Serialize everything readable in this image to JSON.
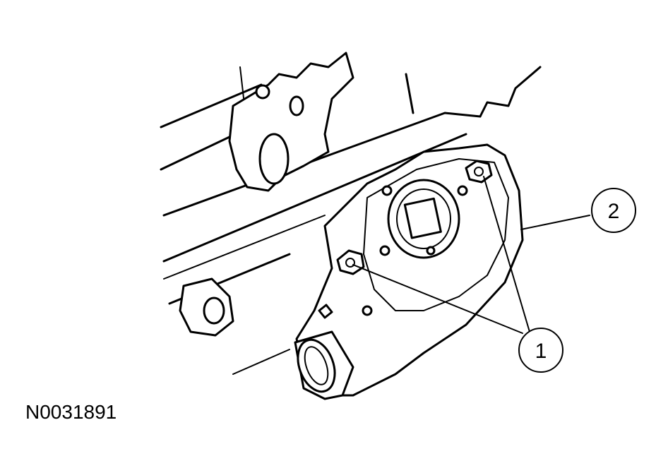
{
  "figure_id": "N0031891",
  "callouts": [
    {
      "number": "1",
      "part": "bolts"
    },
    {
      "number": "2",
      "part": "sensor"
    }
  ],
  "colors": {
    "ink": "#000000",
    "background": "#ffffff"
  }
}
